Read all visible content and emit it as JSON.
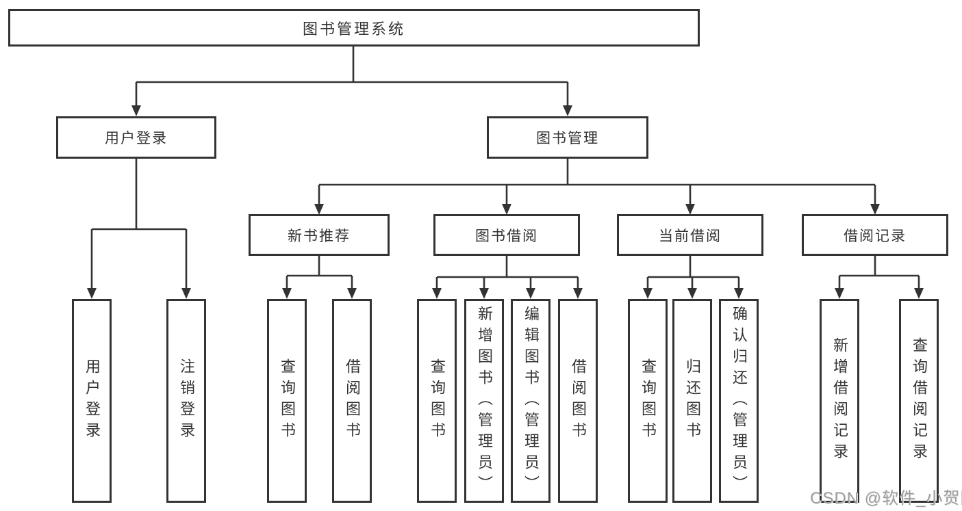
{
  "tree": {
    "label": "图书管理系统",
    "children": [
      {
        "label": "用户登录",
        "children": [
          {
            "label": "用户登录"
          },
          {
            "label": "注销登录"
          }
        ]
      },
      {
        "label": "图书管理",
        "children": [
          {
            "label": "新书推荐",
            "children": [
              {
                "label": "查询图书"
              },
              {
                "label": "借阅图书"
              }
            ]
          },
          {
            "label": "图书借阅",
            "children": [
              {
                "label": "查询图书"
              },
              {
                "label": "新增图书（管理员）"
              },
              {
                "label": "编辑图书（管理员）"
              },
              {
                "label": "借阅图书"
              }
            ]
          },
          {
            "label": "当前借阅",
            "children": [
              {
                "label": "查询图书"
              },
              {
                "label": "归还图书"
              },
              {
                "label": "确认归还（管理员）"
              }
            ]
          },
          {
            "label": "借阅记录",
            "children": [
              {
                "label": "新增借阅记录"
              },
              {
                "label": "查询借阅记录"
              }
            ]
          }
        ]
      }
    ]
  },
  "watermark": {
    "text": "CSDN @软件_小贺同学"
  },
  "colors": {
    "line": "#333333",
    "text": "#333333",
    "bg": "#ffffff",
    "watermark": "#9d9d9d"
  }
}
